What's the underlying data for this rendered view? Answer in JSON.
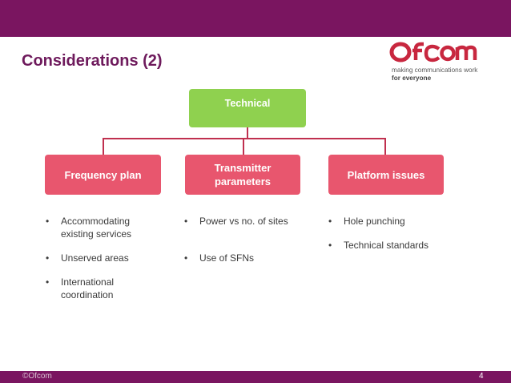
{
  "slide": {
    "title": "Considerations (2)",
    "page_number": "4",
    "copyright": "©Ofcom"
  },
  "logo": {
    "wordmark": "Ofcom",
    "tagline_line1": "making communications work",
    "tagline_line2": "for everyone"
  },
  "diagram": {
    "root": {
      "label": "Technical",
      "color": "#8fd14f"
    },
    "branches": [
      {
        "label": "Frequency plan",
        "color": "#e8566e"
      },
      {
        "label_line1": "Transmitter",
        "label_line2": "parameters",
        "color": "#e8566e"
      },
      {
        "label": "Platform issues",
        "color": "#e8566e"
      }
    ]
  },
  "bullets": {
    "frequency_plan": [
      {
        "line1": "Accommodating",
        "line2": "existing services"
      },
      {
        "line1": "Unserved areas"
      },
      {
        "line1": "International",
        "line2": "coordination"
      }
    ],
    "transmitter_parameters": [
      {
        "line1": "Power vs no. of sites"
      },
      {
        "line1": "Use of SFNs"
      }
    ],
    "platform_issues": [
      {
        "line1": "Hole punching"
      },
      {
        "line1": "Technical standards"
      }
    ],
    "bullet_symbol": "•"
  },
  "colors": {
    "brand_purple": "#7a1560",
    "title_purple": "#6e1a5c",
    "connector": "#c0304f"
  }
}
